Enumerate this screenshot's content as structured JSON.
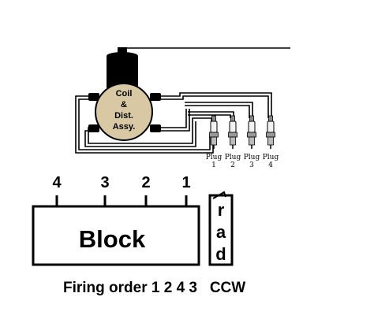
{
  "distributor": {
    "line1": "Coil",
    "line2": "&",
    "line3": "Dist.",
    "line4": "Assy.",
    "body_color": "#d8c8a4",
    "coil_color": "#000000"
  },
  "plugs": [
    {
      "word": "Plug",
      "number": "1"
    },
    {
      "word": "Plug",
      "number": "2"
    },
    {
      "word": "Plug",
      "number": "3"
    },
    {
      "word": "Plug",
      "number": "4"
    }
  ],
  "engine": {
    "block_label": "Block",
    "cylinder_numbers": [
      "4",
      "3",
      "2",
      "1"
    ],
    "radiator_letters": [
      "r",
      "a",
      "d"
    ]
  },
  "caption": "Firing order 1 2 4 3   CCW"
}
